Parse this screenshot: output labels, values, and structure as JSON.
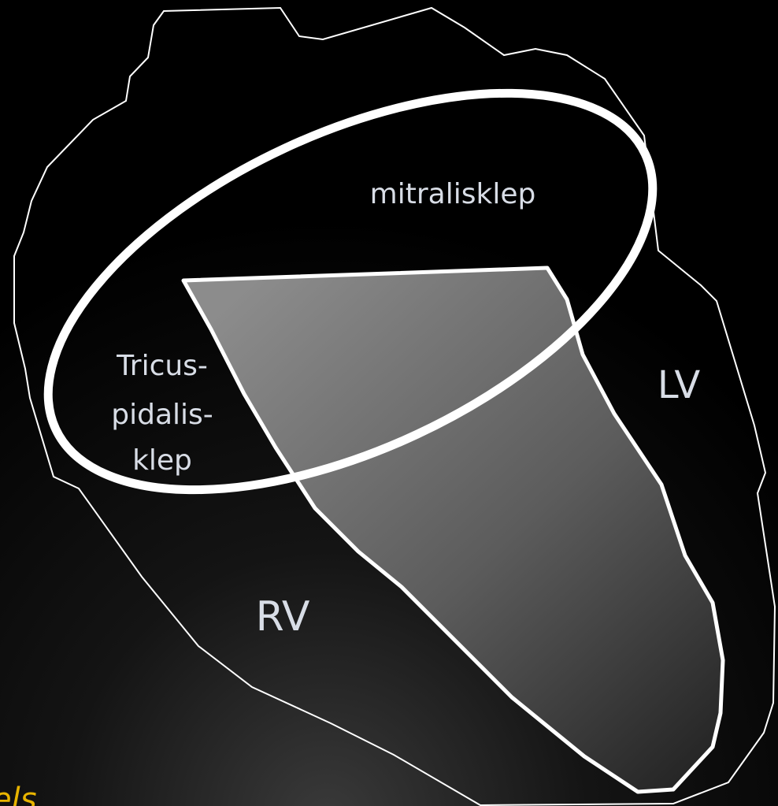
{
  "diagram": {
    "labels": {
      "mitral": "mitralisklep",
      "tricuspid_line1": "Tricus-",
      "tricuspid_line2": "pidalis-",
      "tricuspid_line3": "klep",
      "lv": "LV",
      "rv": "RV"
    },
    "caption_fragment": "els"
  },
  "colors": {
    "background": "#000000",
    "outline": "#ffffff",
    "label_text": "#d8dde6",
    "caption": "#e8b400",
    "septum_light": "#8a8a8a",
    "septum_dark": "#2a2a2a"
  }
}
